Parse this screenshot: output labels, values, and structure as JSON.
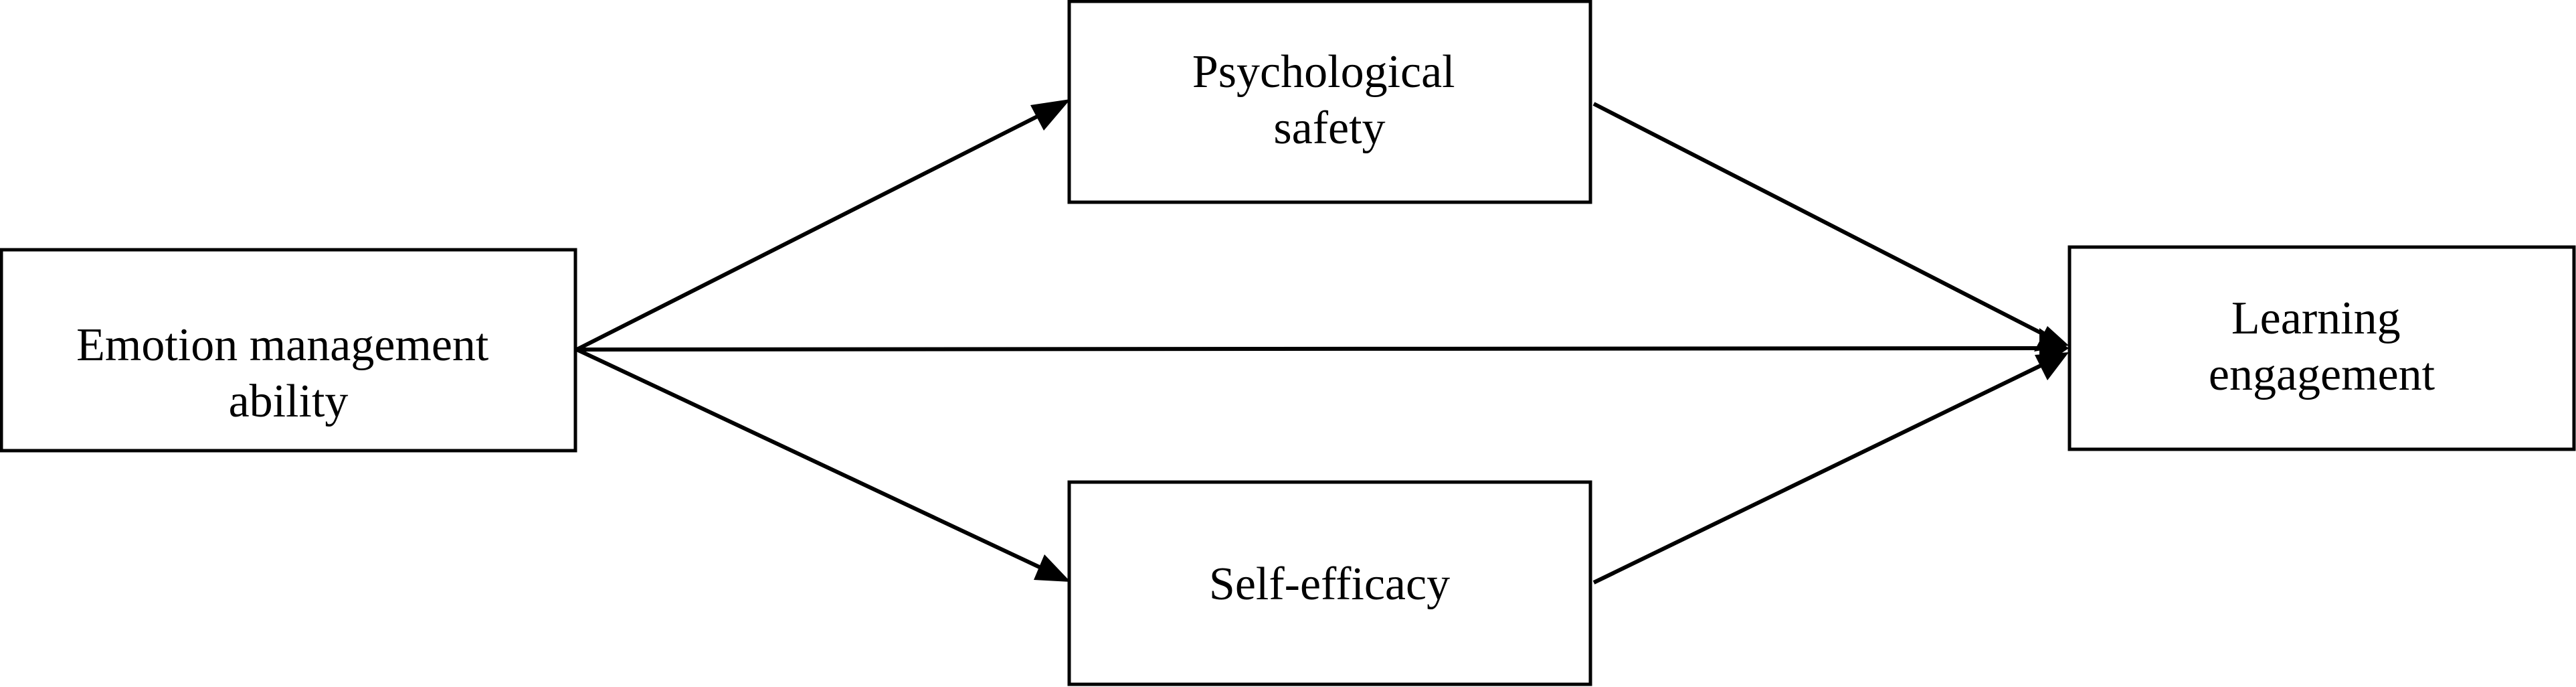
{
  "diagram": {
    "nodes": {
      "emotion_management": {
        "lines": [
          "Emotion management",
          "ability"
        ]
      },
      "psychological_safety": {
        "lines": [
          "Psychological",
          "safety"
        ]
      },
      "self_efficacy": {
        "lines": [
          "Self-efficacy"
        ]
      },
      "learning_engagement": {
        "lines": [
          "Learning",
          "engagement"
        ]
      }
    },
    "edges": [
      {
        "from": "emotion_management",
        "to": "psychological_safety"
      },
      {
        "from": "emotion_management",
        "to": "self_efficacy"
      },
      {
        "from": "emotion_management",
        "to": "learning_engagement"
      },
      {
        "from": "psychological_safety",
        "to": "learning_engagement"
      },
      {
        "from": "self_efficacy",
        "to": "learning_engagement"
      }
    ],
    "colors": {
      "stroke": "#000000",
      "background": "#ffffff"
    }
  }
}
